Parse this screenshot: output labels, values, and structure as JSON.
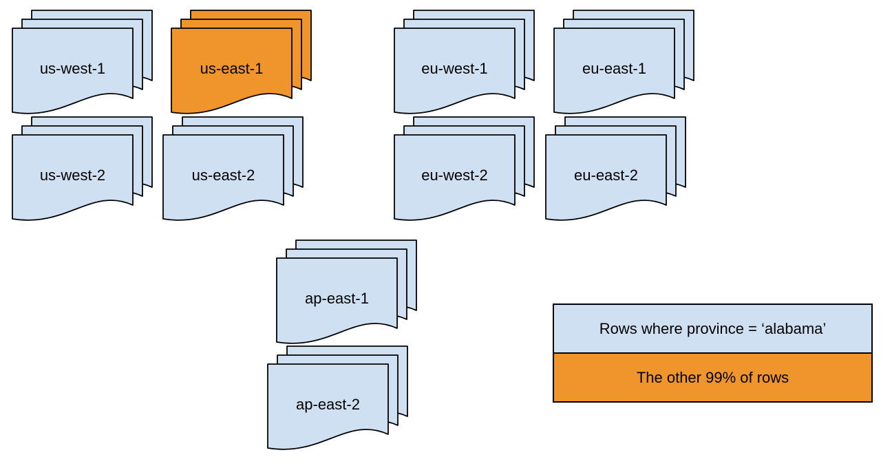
{
  "colors": {
    "background": "#ffffff",
    "doc-blue": "#cfe0f2",
    "doc-orange": "#f0942c",
    "line": "#000000",
    "text": "#000000"
  },
  "stacks": [
    {
      "label": "us-west-1",
      "variant": "blue"
    },
    {
      "label": "us-east-1",
      "variant": "orange"
    },
    {
      "label": "eu-west-1",
      "variant": "blue"
    },
    {
      "label": "eu-east-1",
      "variant": "blue"
    },
    {
      "label": "us-west-2",
      "variant": "blue"
    },
    {
      "label": "us-east-2",
      "variant": "blue"
    },
    {
      "label": "eu-west-2",
      "variant": "blue"
    },
    {
      "label": "eu-east-2",
      "variant": "blue"
    },
    {
      "label": "ap-east-1",
      "variant": "blue"
    },
    {
      "label": "ap-east-2",
      "variant": "blue"
    }
  ],
  "legend": {
    "rows": [
      {
        "label": "Rows where province = ‘alabama’",
        "variant": "blue"
      },
      {
        "label": "The other 99% of rows",
        "variant": "orange"
      }
    ]
  }
}
